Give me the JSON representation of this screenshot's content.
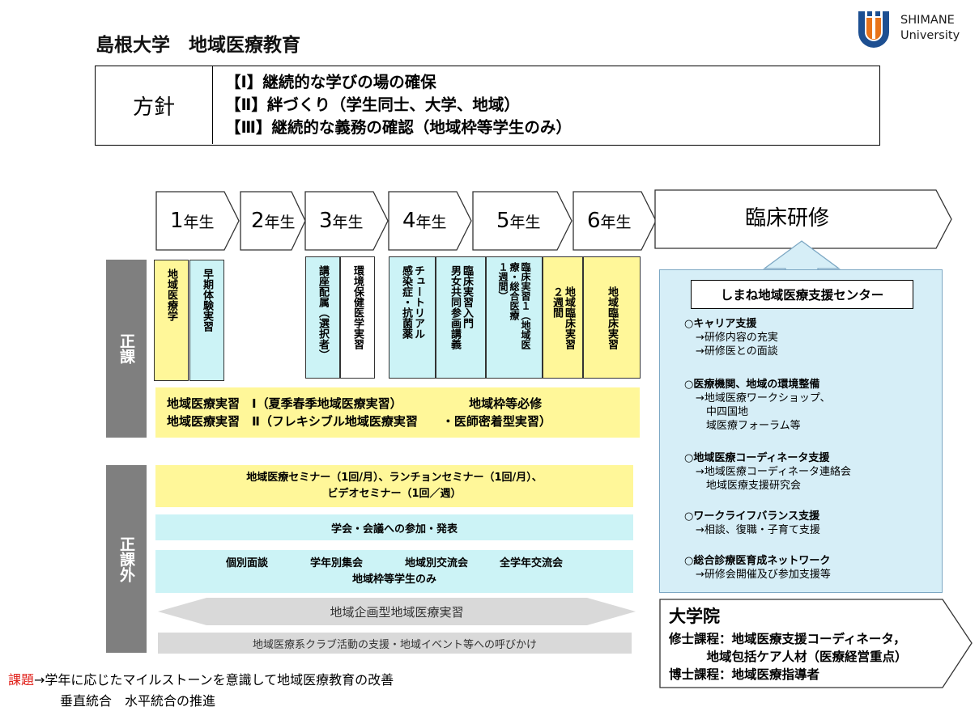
{
  "title": "島根大学　地域医療教育",
  "logo": {
    "line1": "SHIMANE",
    "line2": "University",
    "colors": {
      "blue": "#1d4f91",
      "orange": "#e8731a"
    }
  },
  "policy": {
    "label": "方針",
    "items": [
      "【Ⅰ】継続的な学びの場の確保",
      "【Ⅱ】絆づくり（学生同士、大学、地域）",
      "【Ⅲ】継続的な義務の確認（地域枠等学生のみ）"
    ]
  },
  "timeline": {
    "years": [
      {
        "num": "1",
        "suffix": "年生"
      },
      {
        "num": "2",
        "suffix": "年生"
      },
      {
        "num": "3",
        "suffix": "年生"
      },
      {
        "num": "4",
        "suffix": "年生"
      },
      {
        "num": "5",
        "suffix": "年生"
      },
      {
        "num": "6",
        "suffix": "年生"
      }
    ],
    "training": "臨床研修"
  },
  "curriculum": {
    "label": "正課",
    "columns": [
      {
        "text": "地域医療学"
      },
      {
        "text": "早期体験実習"
      },
      {
        "text": "講座配属（選択者）"
      },
      {
        "text": "環境保健医学実習"
      },
      {
        "text": "チュートリアル\n感染症・抗菌薬"
      },
      {
        "text": "臨床実習入門\n男女共同参画講義"
      },
      {
        "text": "臨床実習１（地域医\n療・総合医療\n１週間）"
      },
      {
        "text": "地域臨床実習\n２週間"
      },
      {
        "text": "地域臨床実習"
      }
    ],
    "band": {
      "line1": "地域医療実習　Ⅰ（夏季春季地域医療実習）　　　　　　地域枠等必修",
      "line2": "地域医療実習　Ⅱ（フレキシブル地域医療実習　　・医師密着型実習）"
    }
  },
  "extracurricular": {
    "label": "正課外",
    "seminar": {
      "line1": "地域医療セミナー（1回/月）、ランチョンセミナー（1回/月）、",
      "line2": "ビデオセミナー（1回／週）"
    },
    "conference": "学会・会議への参加・発表",
    "meetings": {
      "line1": "個別面談　　　　学年別集会　　　　地域別交流会　　　全学年交流会",
      "line2": "地域枠等学生のみ"
    },
    "planning": "地域企画型地域医療実習",
    "club": "地域医療系クラブ活動の支援・地域イベント等への呼びかけ"
  },
  "center": {
    "title": "しまね地域医療支援センター",
    "items": [
      {
        "head": "○キャリア支援",
        "subs": [
          "→研修内容の充実",
          "→研修医との面談"
        ]
      },
      {
        "head": "○医療機関、地域の環境整備",
        "subs": [
          "→地域医療ワークショップ、",
          "　中四国地",
          "　域医療フォーラム等"
        ]
      },
      {
        "head": "○地域医療コーディネータ支援",
        "subs": [
          "→地域医療コーディネータ連絡会",
          "　地域医療支援研究会"
        ]
      },
      {
        "head": "○ワークライフバランス支援",
        "subs": [
          "→相談、復職・子育て支援"
        ]
      },
      {
        "head": "○総合診療医育成ネットワーク",
        "subs": [
          "→研修会開催及び参加支援等"
        ]
      }
    ]
  },
  "graduate": {
    "title": "大学院",
    "lines": [
      "修士課程：地域医療支援コーディネータ，",
      "　　　地域包括ケア人材（医療経営重点）",
      "博士課程：地域医療指導者"
    ]
  },
  "issue": {
    "label": "課題",
    "line1": "→学年に応じたマイルストーンを意識して地域医療教育の改善",
    "line2": "　　　　垂直統合　水平統合の推進"
  }
}
